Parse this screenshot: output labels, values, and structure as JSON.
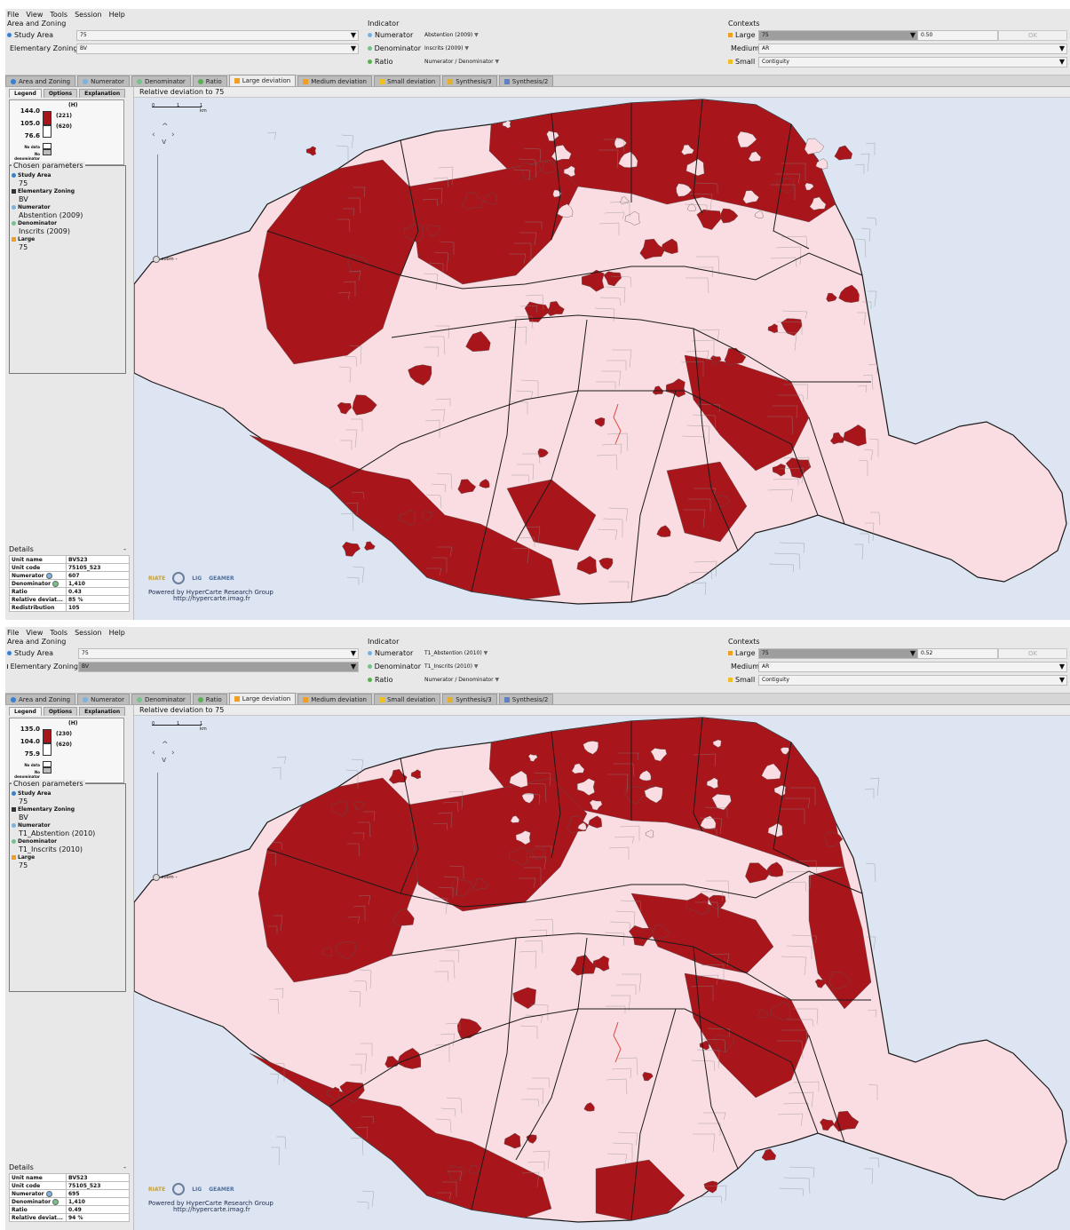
{
  "screens": [
    {
      "menu": [
        "File",
        "View",
        "Tools",
        "Session",
        "Help"
      ],
      "area": {
        "title": "Area and Zoning",
        "study_label": "Study Area",
        "study_value": "75",
        "zoning_label": "Elementary Zoning",
        "zoning_value": "BV"
      },
      "indicator": {
        "title": "Indicator",
        "num_label": "Numerator",
        "num_value": "Abstention (2009)",
        "den_label": "Denominator",
        "den_value": "Inscrits (2009)",
        "ratio_label": "Ratio",
        "ratio_value": "Numerator / Denominator"
      },
      "contexts": {
        "title": "Contexts",
        "large_label": "Large",
        "large_value": "75",
        "large_extra": "0.50",
        "ok_label": "OK",
        "medium_label": "Medium",
        "medium_value": "AR",
        "small_label": "Small",
        "small_value": "Contiguity"
      },
      "tabs": [
        "Area and Zoning",
        "Numerator",
        "Denominator",
        "Ratio",
        "Large deviation",
        "Medium deviation",
        "Small deviation",
        "Synthesis/3",
        "Synthesis/2"
      ],
      "active_tab": 4,
      "subtabs": [
        "Legend",
        "Options",
        "Explanation"
      ],
      "legend": {
        "header": "(H)",
        "v1": "144.0",
        "v2": "105.0",
        "v3": "76.6",
        "c1": "(221)",
        "c2": "(620)",
        "no_data": "No data",
        "no_denominator": "No denominator"
      },
      "chosen": {
        "title": "Chosen parameters",
        "study_label": "Study Area",
        "study_value": "75",
        "zoning_label": "Elementary Zoning",
        "zoning_value": "BV",
        "num_label": "Numerator",
        "num_value": "Abstention (2009)",
        "den_label": "Denominator",
        "den_value": "Inscrits (2009)",
        "large_label": "Large",
        "large_value": "75"
      },
      "details": {
        "title": "Details",
        "collapse": "-",
        "rows": [
          {
            "k": "Unit name",
            "v": "BV523"
          },
          {
            "k": "Unit code",
            "v": "75105_523"
          },
          {
            "k": "Numerator",
            "v": "607"
          },
          {
            "k": "Denominator",
            "v": "1,410"
          },
          {
            "k": "Ratio",
            "v": "0.43"
          },
          {
            "k": "Relative deviat...",
            "v": "85 %"
          },
          {
            "k": "Redistribution",
            "v": "105"
          }
        ]
      },
      "map": {
        "title": "Relative deviation to 75",
        "scale_0": "0",
        "scale_1": "1",
        "scale_km": "1 km",
        "zoom_label": "zoom –",
        "logo_riate": "RIATE",
        "logo_lig": "LIG",
        "logo_geamer": "GEAMER",
        "powered": "Powered by HyperCarte Research Group",
        "url": "http://hypercarte.imag.fr"
      }
    },
    {
      "menu": [
        "File",
        "View",
        "Tools",
        "Session",
        "Help"
      ],
      "area": {
        "title": "Area and Zoning",
        "study_label": "Study Area",
        "study_value": "75",
        "zoning_label": "Elementary Zoning",
        "zoning_value": "BV"
      },
      "indicator": {
        "title": "Indicator",
        "num_label": "Numerator",
        "num_value": "T1_Abstention (2010)",
        "den_label": "Denominator",
        "den_value": "T1_Inscrits (2010)",
        "ratio_label": "Ratio",
        "ratio_value": "Numerator / Denominator"
      },
      "contexts": {
        "title": "Contexts",
        "large_label": "Large",
        "large_value": "75",
        "large_extra": "0.52",
        "ok_label": "OK",
        "medium_label": "Medium",
        "medium_value": "AR",
        "small_label": "Small",
        "small_value": "Contiguity"
      },
      "tabs": [
        "Area and Zoning",
        "Numerator",
        "Denominator",
        "Ratio",
        "Large deviation",
        "Medium deviation",
        "Small deviation",
        "Synthesis/3",
        "Synthesis/2"
      ],
      "active_tab": 4,
      "subtabs": [
        "Legend",
        "Options",
        "Explanation"
      ],
      "legend": {
        "header": "(H)",
        "v1": "135.0",
        "v2": "104.0",
        "v3": "75.9",
        "c1": "(230)",
        "c2": "(620)",
        "no_data": "No data",
        "no_denominator": "No denominator"
      },
      "chosen": {
        "title": "Chosen parameters",
        "study_label": "Study Area",
        "study_value": "75",
        "zoning_label": "Elementary Zoning",
        "zoning_value": "BV",
        "num_label": "Numerator",
        "num_value": "T1_Abstention (2010)",
        "den_label": "Denominator",
        "den_value": "T1_Inscrits (2010)",
        "large_label": "Large",
        "large_value": "75"
      },
      "details": {
        "title": "Details",
        "collapse": "-",
        "rows": [
          {
            "k": "Unit name",
            "v": "BV523"
          },
          {
            "k": "Unit code",
            "v": "75105_523"
          },
          {
            "k": "Numerator",
            "v": "695"
          },
          {
            "k": "Denominator",
            "v": "1,410"
          },
          {
            "k": "Ratio",
            "v": "0.49"
          },
          {
            "k": "Relative deviat...",
            "v": "94 %"
          }
        ]
      },
      "map": {
        "title": "Relative deviation to 75",
        "scale_0": "0",
        "scale_1": "1",
        "scale_km": "1 km",
        "zoom_label": "zoom –",
        "logo_riate": "RIATE",
        "logo_lig": "LIG",
        "logo_geamer": "GEAMER",
        "powered": "Powered by HyperCarte Research Group",
        "url": "http://hypercarte.imag.fr"
      }
    }
  ],
  "colors": {
    "high": "#a8161b",
    "low": "#fadde2",
    "white": "#ffffff",
    "border": "#555555",
    "district": "#1a1a1a",
    "seine": "#d84a3a",
    "map_bg": "#dde5f3",
    "study_dot": "#3a7fd0",
    "num_dot": "#7ab2e0",
    "den_dot": "#7ac08a",
    "ratio_dot": "#58b050",
    "ctx_large": "#f0a020",
    "ctx_medium": "#f0a020",
    "ctx_small": "#f0c020"
  }
}
